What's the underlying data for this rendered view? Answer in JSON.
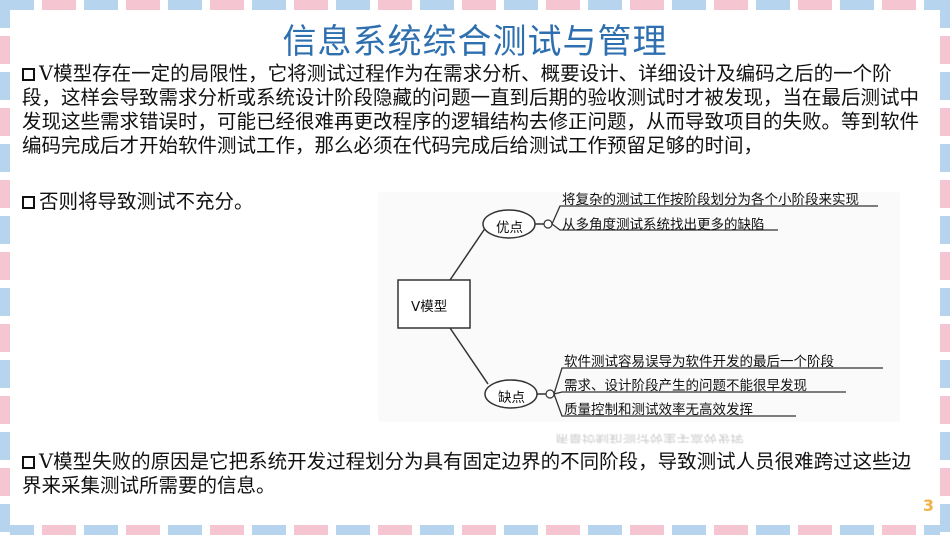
{
  "title": "信息系统综合测试与管理",
  "paragraphs": {
    "p1": "V模型存在一定的局限性，它将测试过程作为在需求分析、概要设计、详细设计及编码之后的一个阶段，这样会导致需求分析或系统设计阶段隐藏的问题一直到后期的验收测试时才被发现，当在最后测试中发现这些需求错误时，可能已经很难再更改程序的逻辑结构去修正问题，从而导致项目的失败。等到软件编码完成后才开始软件测试工作，那么必须在代码完成后给测试工作预留足够的时间，",
    "p2": "否则将导致测试不充分。",
    "p3": "V模型失败的原因是它把系统开发过程划分为具有固定边界的不同阶段，导致测试人员很难跨过这些边界来采集测试所需要的信息。"
  },
  "mindmap": {
    "root": "V模型",
    "advantages": {
      "label": "优点",
      "items": [
        "将复杂的测试工作按阶段划分为各个小阶段来实现",
        "从多角度测试系统找出更多的缺陷"
      ]
    },
    "disadvantages": {
      "label": "缺点",
      "items": [
        "软件测试容易误导为软件开发的最后一个阶段",
        "需求、设计阶段产生的问题不能很早发现",
        "质量控制和测试效率无高效发挥"
      ]
    }
  },
  "page_number": "3",
  "colors": {
    "title": "#2e6fb0",
    "stripe_blue": "#b7d4ee",
    "stripe_pink": "#f5c6d1",
    "page_number": "#f2b24a"
  }
}
